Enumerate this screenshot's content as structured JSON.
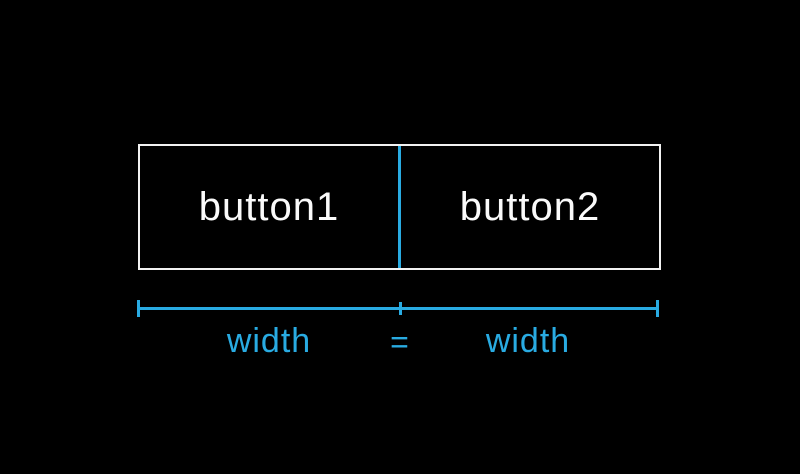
{
  "diagram": {
    "buttons": [
      {
        "label": "button1"
      },
      {
        "label": "button2"
      }
    ],
    "measure": {
      "left_label": "width",
      "equals_sign": "=",
      "right_label": "width"
    },
    "colors": {
      "background": "#000000",
      "accent": "#29abe2",
      "button_border": "#f2f2f2",
      "button_text": "#fafafa"
    }
  }
}
